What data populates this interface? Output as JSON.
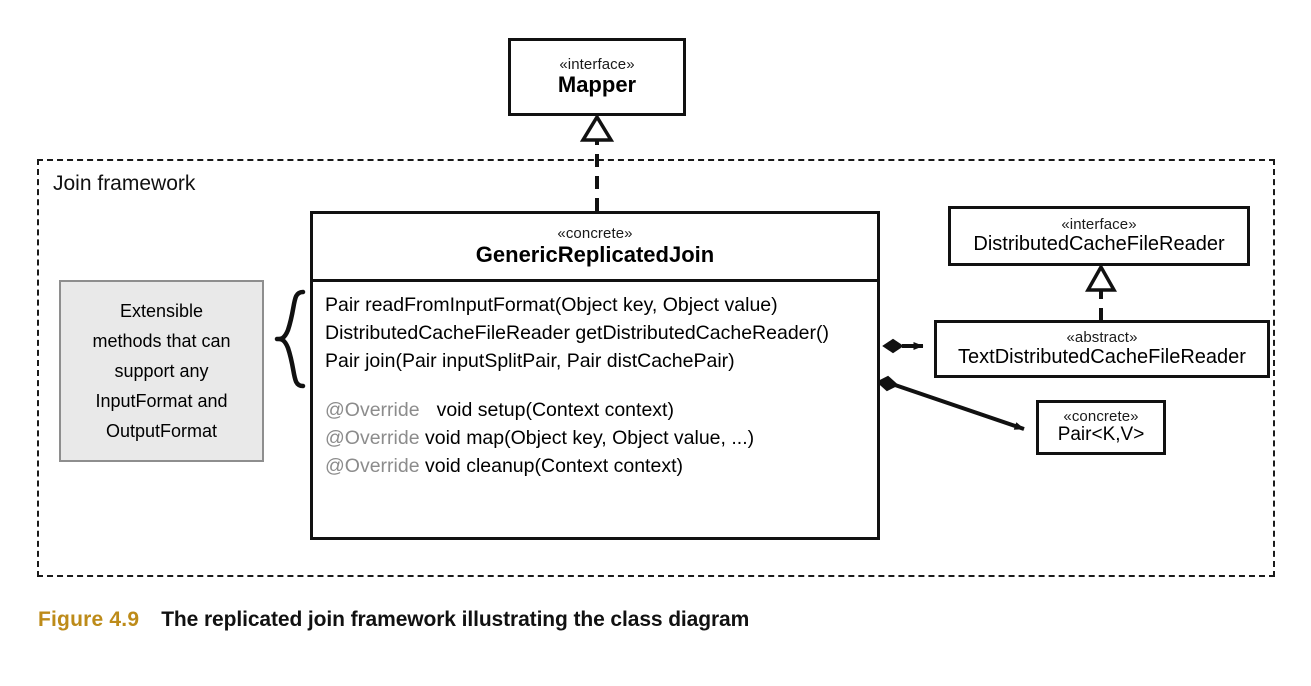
{
  "figure": {
    "number": "Figure 4.9",
    "caption": "The replicated join framework illustrating the class diagram"
  },
  "package": {
    "label": "Join framework",
    "border_style": "dashed"
  },
  "colors": {
    "caption_number": "#bd8b19",
    "note_fill": "#e9e9e9",
    "note_border": "#8e8e8e",
    "override_text": "#8c8c8c",
    "line": "#111111"
  },
  "classes": {
    "mapper": {
      "stereotype": "«interface»",
      "name": "Mapper"
    },
    "generic_replicated_join": {
      "stereotype": "«concrete»",
      "name": "GenericReplicatedJoin",
      "methods": [
        {
          "annotation": "",
          "signature": "Pair readFromInputFormat(Object key, Object value)"
        },
        {
          "annotation": "",
          "signature": "DistributedCacheFileReader getDistributedCacheReader()"
        },
        {
          "annotation": "",
          "signature": "Pair join(Pair inputSplitPair, Pair distCachePair)"
        }
      ],
      "overridden_methods": [
        {
          "annotation": "@Override",
          "signature": "void setup(Context context)"
        },
        {
          "annotation": "@Override",
          "signature": "void map(Object key, Object value, ...)"
        },
        {
          "annotation": "@Override",
          "signature": "void cleanup(Context context)"
        }
      ]
    },
    "distributed_cache_file_reader": {
      "stereotype": "«interface»",
      "name": "DistributedCacheFileReader"
    },
    "text_distributed_cache_file_reader": {
      "stereotype": "«abstract»",
      "name": "TextDistributedCacheFileReader"
    },
    "pair": {
      "stereotype": "«concrete»",
      "name": "Pair<K,V>"
    }
  },
  "note": {
    "lines": [
      "Extensible",
      "methods that can",
      "support any",
      "InputFormat and",
      "OutputFormat"
    ]
  },
  "relationships": [
    {
      "from": "GenericReplicatedJoin",
      "to": "Mapper",
      "type": "realization",
      "style": "dashed-hollow-triangle"
    },
    {
      "from": "TextDistributedCacheFileReader",
      "to": "DistributedCacheFileReader",
      "type": "realization",
      "style": "dashed-hollow-triangle"
    },
    {
      "from": "GenericReplicatedJoin",
      "to": "TextDistributedCacheFileReader",
      "type": "composition",
      "style": "filled-diamond-arrow"
    },
    {
      "from": "GenericReplicatedJoin",
      "to": "Pair<K,V>",
      "type": "composition",
      "style": "filled-diamond-arrow"
    }
  ]
}
